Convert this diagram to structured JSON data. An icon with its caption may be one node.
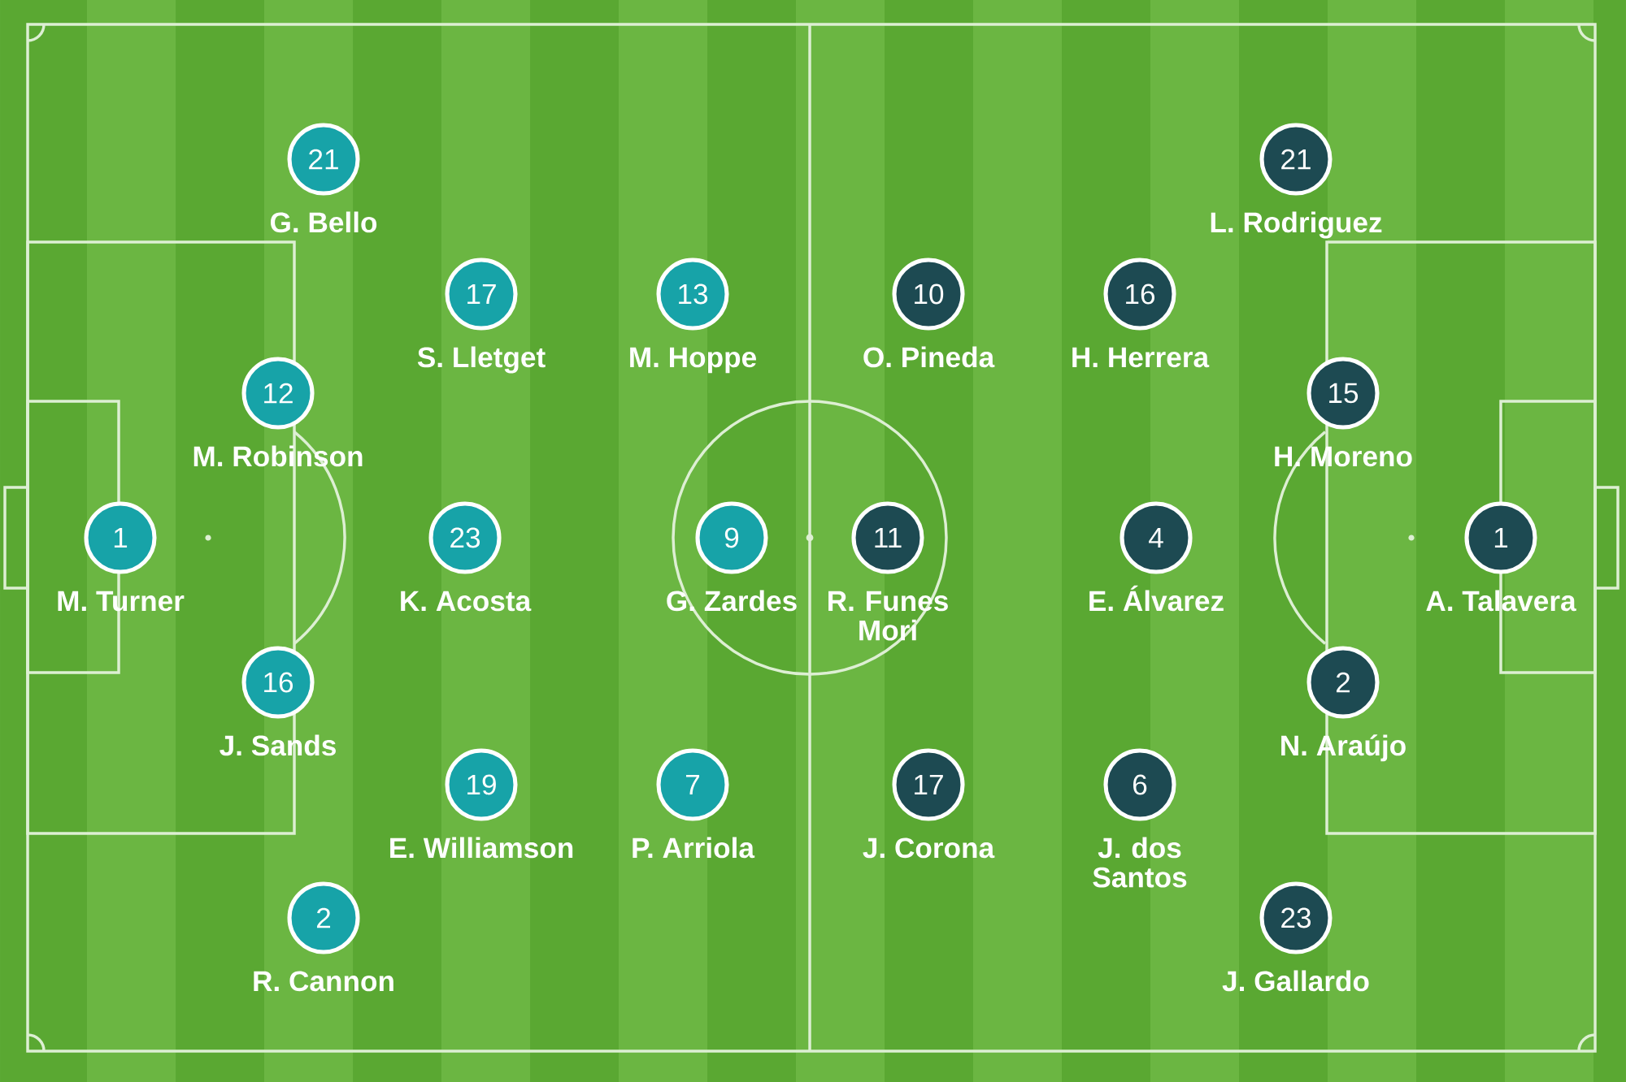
{
  "diagram": {
    "nodes": [
      {
        "text": [
          "21"
        ],
        "beside": [
          "G. Bello"
        ]
      },
      {
        "text": [
          "17"
        ],
        "beside": [
          "S. Lletget"
        ]
      },
      {
        "text": [
          "13"
        ],
        "beside": [
          "M. Hoppe"
        ]
      },
      {
        "text": [
          "12"
        ],
        "beside": [
          "M. Robinson"
        ]
      },
      {
        "text": [
          "1"
        ],
        "beside": [
          "M. Turner"
        ]
      },
      {
        "text": [
          "23"
        ],
        "beside": [
          "K. Acosta"
        ]
      },
      {
        "text": [
          "9"
        ],
        "beside": [
          "G. Zardes"
        ]
      },
      {
        "text": [
          "16"
        ],
        "beside": [
          "J. Sands"
        ]
      },
      {
        "text": [
          "19"
        ],
        "beside": [
          "E. Williamson"
        ]
      },
      {
        "text": [
          "7"
        ],
        "beside": [
          "P. Arriola"
        ]
      },
      {
        "text": [
          "2"
        ],
        "beside": [
          "R. Cannon"
        ]
      },
      {
        "text": [
          "21"
        ],
        "beside": [
          "L. Rodriguez"
        ]
      },
      {
        "text": [
          "10"
        ],
        "beside": [
          "O. Pineda"
        ]
      },
      {
        "text": [
          "16"
        ],
        "beside": [
          "H. Herrera"
        ]
      },
      {
        "text": [
          "15"
        ],
        "beside": [
          "H. Moreno"
        ]
      },
      {
        "text": [
          "11"
        ],
        "beside": [
          "R. Funes Mori"
        ]
      },
      {
        "text": [
          "4"
        ],
        "beside": [
          "E. Álvarez"
        ]
      },
      {
        "text": [
          "1"
        ],
        "beside": [
          "A. Talavera"
        ]
      },
      {
        "text": [
          "2"
        ],
        "beside": [
          "N. Araújo"
        ]
      },
      {
        "text": [
          "17"
        ],
        "beside": [
          "J. Corona"
        ]
      },
      {
        "text": [
          "6"
        ],
        "beside": [
          "J. dos Santos"
        ]
      },
      {
        "text": [
          "23"
        ],
        "beside": [
          "J. Gallardo"
        ]
      }
    ]
  }
}
